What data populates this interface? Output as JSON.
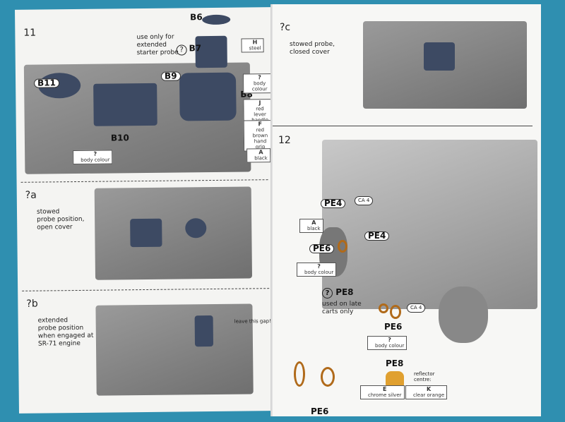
{
  "left_page": {
    "step11": {
      "number": "11",
      "note": [
        "use only for",
        "extended",
        "starter probe"
      ],
      "question": "?",
      "parts": {
        "b6": "B6",
        "b7": "B7",
        "b8": "B8",
        "b9": "B9",
        "b10": "B10",
        "b11": "B11"
      },
      "paints": [
        {
          "code": "H",
          "name": "steel"
        },
        {
          "code": "?",
          "name": "body colour"
        },
        {
          "code": "J",
          "name": "red",
          "extra": "lever handle"
        },
        {
          "code": "F",
          "name": "red brown",
          "extra": "hand grip"
        },
        {
          "code": "A",
          "name": "black"
        },
        {
          "code": "?",
          "name": "body colour"
        }
      ]
    },
    "step_a": {
      "label": "?a",
      "text": [
        "stowed",
        "probe position,",
        "open cover"
      ]
    },
    "step_b": {
      "label": "?b",
      "text": [
        "extended",
        "probe position",
        "when engaged at",
        "SR-71 engine"
      ],
      "callout": "leave this gap!"
    }
  },
  "right_page": {
    "step_c": {
      "label": "?c",
      "text": [
        "stowed probe,",
        "closed cover"
      ]
    },
    "step12": {
      "number": "12",
      "pe4": "PE4",
      "pe6": "PE6",
      "pe8": "PE8",
      "ca": "CA 4",
      "question": "?",
      "pe8_note": [
        "used on late",
        "carts only"
      ],
      "paints": [
        {
          "code": "A",
          "name": "black"
        },
        {
          "code": "?",
          "name": "body colour"
        },
        {
          "code": "?",
          "name": "body colour"
        },
        {
          "code": "E",
          "name": "chrome silver"
        },
        {
          "code": "K",
          "name": "clear orange"
        }
      ],
      "reflector_note": [
        "reflector",
        "centre:"
      ]
    }
  }
}
